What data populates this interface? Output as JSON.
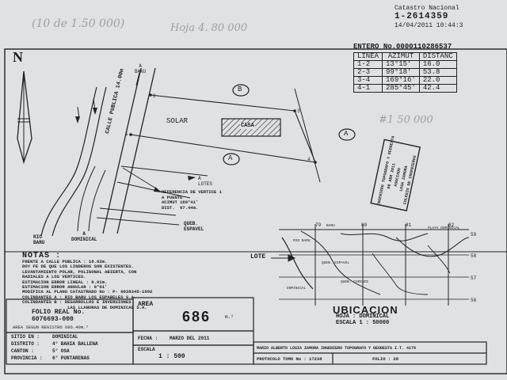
{
  "header": {
    "registry": "Catastro Nacional",
    "plan_number": "1-2614359",
    "timestamp": "14/04/2011 10:44:3"
  },
  "handwriting": {
    "top_left": "(10 de 1.50 000)",
    "top_mid": "Hoja  4.  80  000",
    "middle_right": "#1 50 000"
  },
  "entero": {
    "label": "ENTERO",
    "value": "No.0000110286537"
  },
  "azimuth_table": {
    "headers": [
      "LINEA",
      "AZIMUT",
      "DISTANC"
    ],
    "rows": [
      [
        "1-2",
        "13°15'",
        "16.0"
      ],
      [
        "2-3",
        "99°18'",
        "53.8"
      ],
      [
        "3-4",
        "169°16'",
        "22.0"
      ],
      [
        "4-1",
        "285°45'",
        "42.4"
      ]
    ]
  },
  "north": {
    "label": "N"
  },
  "plan": {
    "baku_top": "A\nBAKU",
    "street_label": "CALLE PUBLICA 14.00m",
    "solar": "SOLAR",
    "casa": "CASA",
    "lot_b": "B",
    "lot_a_inner": "A",
    "lot_a_right": "A",
    "lotes": "A\nLOTES",
    "vertex_ref": "REFERENCIA DE VERTICE 1\nA PUENTE\nACIMUT 189°41'\nDIST.  67.44m.",
    "quebrada": "QUEB.\nESPAVEL",
    "rio_baru": "RIO\nBARU",
    "dominical": "A\nDOMINICAL",
    "vertices": [
      "1",
      "2",
      "3",
      "4"
    ]
  },
  "stamp": {
    "lines": "INGENIERO TOPOGRAFO Y GEODESTA\n08 ABR 2011\nASOCIADO\nLOSA ZAMORA\nCOLEGIO DE INGENIEROS"
  },
  "notes": {
    "title": "NOTAS :",
    "lines": [
      "FRENTE A CALLE PUBLICA : 16.02m.",
      "DOY FE DE QUE LOS LINDEROS SON EXISTENTES.",
      "LEVANTAMIENTO POLAR, POLIGONAL ABIERTA, CON",
      "RADIALES A LOS VERTICES.",
      "ESTIMACION ERROR LINEAL : 0.01m.",
      "ESTIMACION ERROR ANGULAR : 0°01'",
      "MODIFICA AL PLANO CATASTRADO  No : P- 0038345-1992",
      "COLINDANTES A : RIO BARU LOS ESPABELES S.A.",
      "COLINDANTES B : DESARROLLOS E INVERSIONES",
      "                 LAS LLANURAS DE DOMINICAL S.A."
    ]
  },
  "folio": {
    "label": "FOLIO REAL No.",
    "value": "6076693-000",
    "registry_area": "AREA SEGUN REGISTRO 686.40m.²"
  },
  "area": {
    "label": "AREA",
    "value": "686",
    "unit": "m.²"
  },
  "location": {
    "sitio_label": "SITIO EN :",
    "sitio": "DOMINICAL",
    "distrito_label": "DISTRITO :",
    "distrito": "4° BAHIA BALLENA",
    "canton_label": "CANTON :",
    "canton": "5° OSA",
    "provincia_label": "PROVINCIA :",
    "provincia": "6° PUNTARENAS"
  },
  "fecha": {
    "label": "FECHA :",
    "value": "MARZO DEL 2011"
  },
  "escala": {
    "label": "ESCALA",
    "value": "1 : 500"
  },
  "surveyor": "MARIO ALBERTO LOSIA ZAMORA INGENIERO TOPOGRAFO Y GEODESTA I.T. 4179",
  "protocolo": {
    "label": "PROTOCOLO TOMO No :",
    "value": "17238",
    "folio_label": "FOLIO :",
    "folio_value": "28"
  },
  "ubicacion": {
    "title": "UBICACION",
    "hoja": "HOJA : DOMINICAL",
    "escala": "ESCALA 1 : 50000",
    "lote": "LOTE",
    "grid_top": [
      "79",
      "80",
      "81",
      "82"
    ],
    "grid_right": [
      "59",
      "58",
      "57",
      "56"
    ],
    "places": [
      "BARU",
      "RIO BARU",
      "QUEB. ESPAVEL",
      "DOMINICAL",
      "QUEB. CURINCE",
      "PLAYA DOMINICAL"
    ]
  }
}
